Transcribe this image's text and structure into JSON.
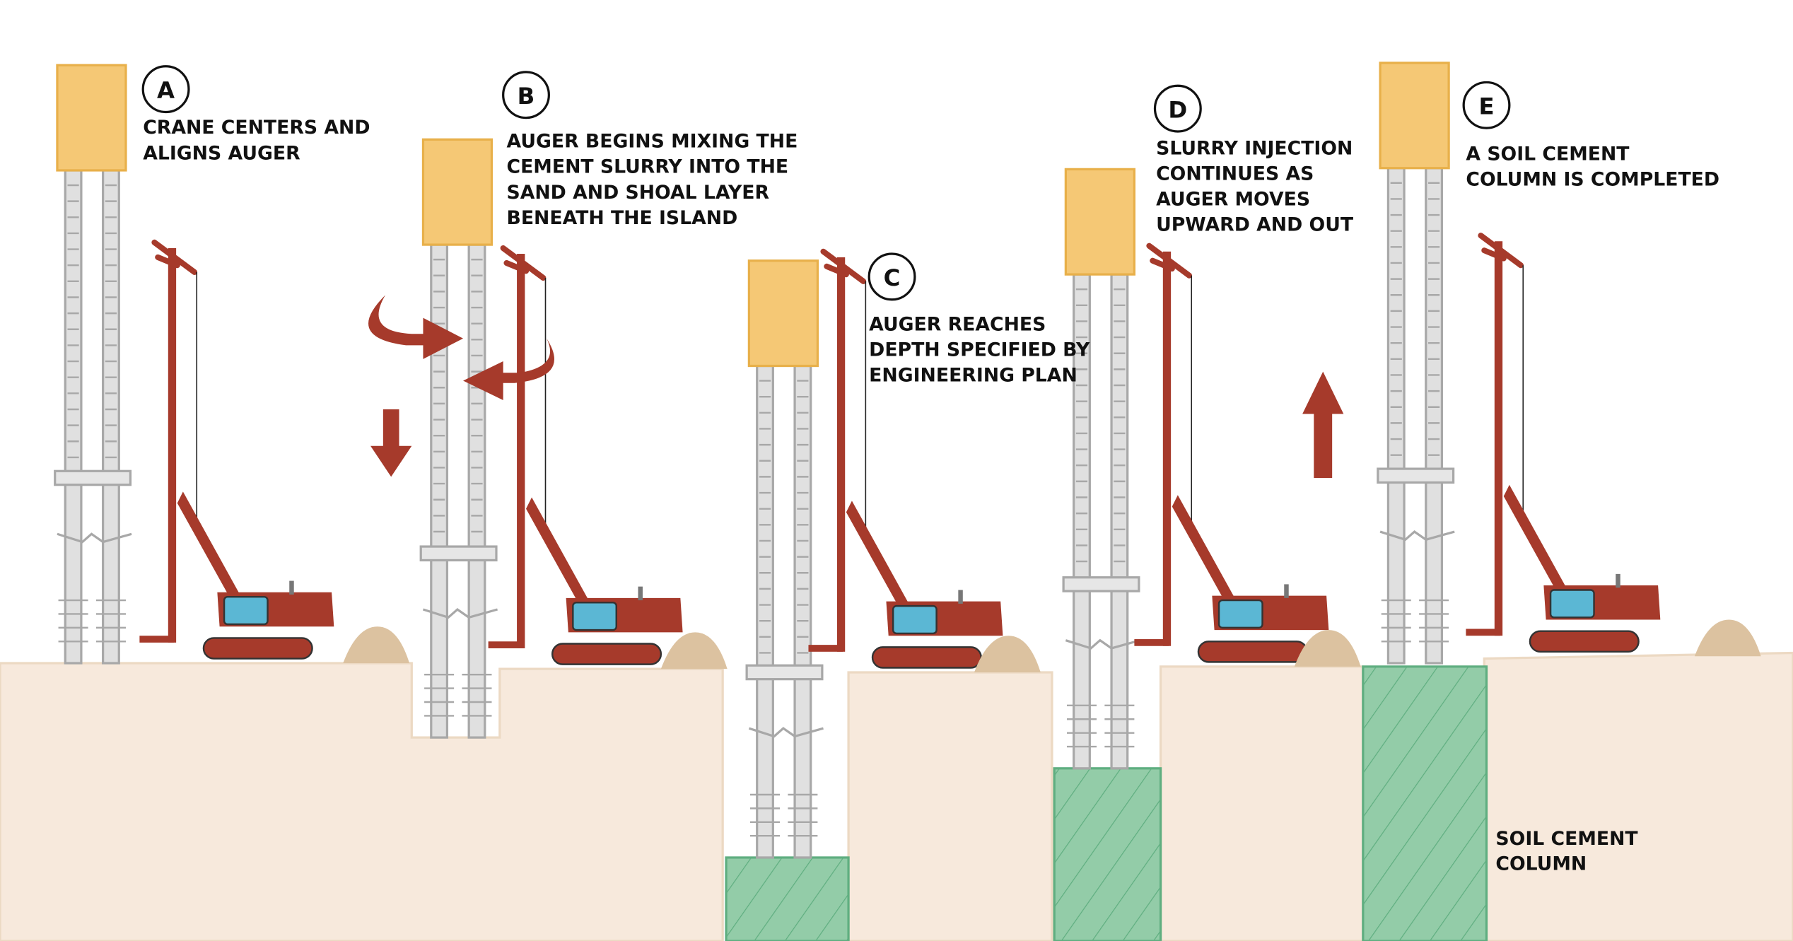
{
  "colors": {
    "ground": "#f7e9dc",
    "ground_edge": "#ecd9c3",
    "motor_box": "#f5c875",
    "motor_box_edge": "#e8b04a",
    "rod": "#e0e0e0",
    "rod_edge": "#a8a8a8",
    "rig": "#a63a2b",
    "cab_glass": "#5bb7d4",
    "mound": "#dcc2a0",
    "soil_cement": "#93cca8",
    "soil_cement_edge": "#5fae80",
    "arrow": "#a63a2b"
  },
  "steps": [
    {
      "letter": "A",
      "lines": [
        "CRANE CENTERS AND",
        "ALIGNS AUGER"
      ]
    },
    {
      "letter": "B",
      "lines": [
        "AUGER BEGINS MIXING THE",
        "CEMENT SLURRY INTO THE",
        "SAND AND SHOAL LAYER",
        "BENEATH THE ISLAND"
      ]
    },
    {
      "letter": "C",
      "lines": [
        "AUGER REACHES",
        "DEPTH SPECIFIED BY",
        "ENGINEERING PLAN"
      ]
    },
    {
      "letter": "D",
      "lines": [
        "SLURRY INJECTION",
        "CONTINUES AS",
        "AUGER MOVES",
        "UPWARD AND OUT"
      ]
    },
    {
      "letter": "E",
      "lines": [
        "A SOIL CEMENT",
        "COLUMN IS COMPLETED"
      ]
    }
  ],
  "column_label": [
    "SOIL CEMENT",
    "COLUMN"
  ],
  "icons": {
    "rotation": "curved-rotation-arrow",
    "down": "down-arrow",
    "up": "up-arrow"
  }
}
